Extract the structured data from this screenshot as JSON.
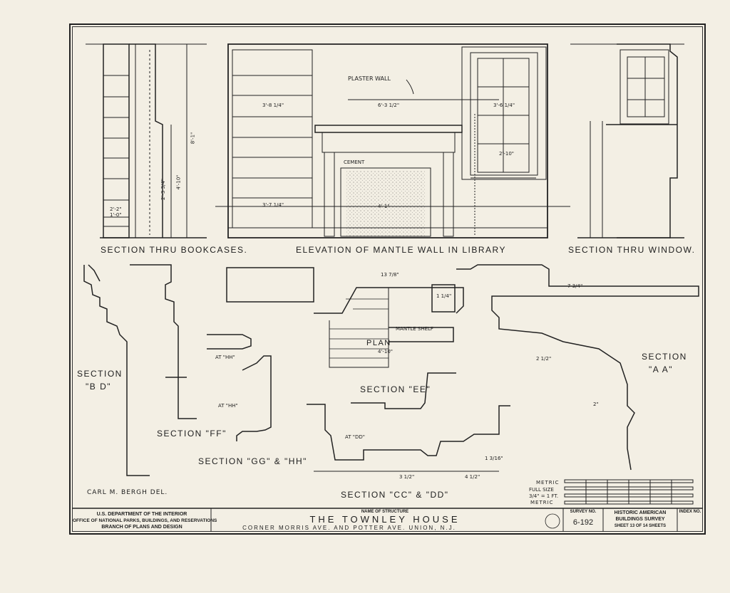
{
  "views": {
    "bookcase": "SECTION THRU BOOKCASES.",
    "mantle": "ELEVATION OF MANTLE WALL IN LIBRARY",
    "window": "SECTION THRU WINDOW.",
    "bd_line1": "SECTION",
    "bd_line2": "\"B D\"",
    "ff": "SECTION \"FF\"",
    "gghh": "SECTION \"GG\" & \"HH\"",
    "ee": "SECTION \"EE\"",
    "plan": "PLAN",
    "ccdd": "SECTION \"CC\" & \"DD\"",
    "aa_line1": "SECTION",
    "aa_line2": "\"A A\""
  },
  "notes": {
    "plaster_wall": "PLASTER WALL",
    "cement": "CEMENT",
    "mantle_shelf": "MANTLE SHELF",
    "at_hh": "AT \"HH\"",
    "at_hh2": "AT \"HH\"",
    "at_dd": "AT \"DD\"",
    "delineator": "CARL M. BERGH     DEL."
  },
  "dimensions": {
    "m_6_3": "6'-3 1/2\"",
    "m_3_8": "3'-8 1/4\"",
    "m_4_1": "4'-1\"",
    "m_3_6": "3'-6 1/4\"",
    "m_2_10": "2'-10\"",
    "m_8_1": "8'-1\"",
    "m_3_7": "3'-7 1/4\"",
    "m_2_2": "2'-2\"",
    "m_1_0": "1'-0\"",
    "m_4_10": "4'-10\"",
    "m_2_3": "2'-3 3/4\"",
    "p_13_7": "13 7/8\"",
    "p_4_10": "4'-10\"",
    "p_7_8": "7 3/4\"",
    "p_1_14": "1 1/4\"",
    "c_3_12": "3 1/2\"",
    "c_4_12": "4 1/2\"",
    "c_1_16": "1 3/16\"",
    "a_2_12": "2 1/2\"",
    "a_2": "2\"",
    "w_3_6": "3'-6 1/4\""
  },
  "scale": {
    "label": "METRIC",
    "full": "FULL SIZE",
    "ratio": "3/4\" = 1 FT.",
    "label2": "METRIC"
  },
  "title_block": {
    "dept1": "U.S. DEPARTMENT OF THE INTERIOR",
    "dept2": "OFFICE OF NATIONAL PARKS, BUILDINGS, AND RESERVATIONS",
    "dept3": "BRANCH OF PLANS AND DESIGN",
    "name_label": "NAME OF STRUCTURE",
    "name": "THE TOWNLEY HOUSE",
    "location": "CORNER MORRIS AVE. AND POTTER AVE.     UNION, N.J.",
    "survey_label": "SURVEY NO.",
    "survey_no": "6-192",
    "habs1": "HISTORIC AMERICAN",
    "habs2": "BUILDINGS SURVEY",
    "sheet": "SHEET 13 OF 14 SHEETS",
    "index_label": "INDEX NO."
  }
}
